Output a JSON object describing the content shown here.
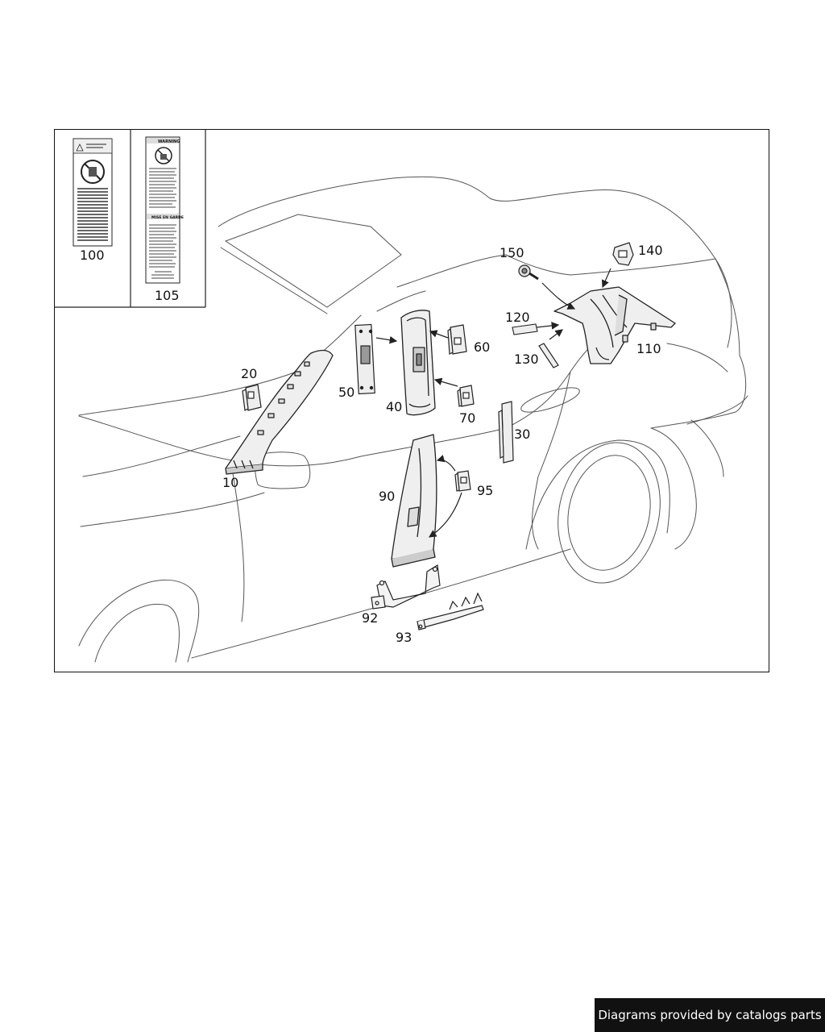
{
  "diagram": {
    "callouts": [
      {
        "id": "10",
        "label": "10"
      },
      {
        "id": "20",
        "label": "20"
      },
      {
        "id": "30",
        "label": "30"
      },
      {
        "id": "40",
        "label": "40"
      },
      {
        "id": "50",
        "label": "50"
      },
      {
        "id": "60",
        "label": "60"
      },
      {
        "id": "70",
        "label": "70"
      },
      {
        "id": "90",
        "label": "90"
      },
      {
        "id": "92",
        "label": "92"
      },
      {
        "id": "93",
        "label": "93"
      },
      {
        "id": "95",
        "label": "95"
      },
      {
        "id": "100",
        "label": "100"
      },
      {
        "id": "105",
        "label": "105"
      },
      {
        "id": "110",
        "label": "110"
      },
      {
        "id": "120",
        "label": "120"
      },
      {
        "id": "130",
        "label": "130"
      },
      {
        "id": "140",
        "label": "140"
      },
      {
        "id": "150",
        "label": "150"
      }
    ],
    "label_105": {
      "header_1": "WARNING",
      "header_2": "MISE EN GARDE"
    }
  },
  "footer": {
    "text": "Diagrams provided by catalogs parts"
  },
  "colors": {
    "line": "#222222",
    "part_fill": "#eeeeee",
    "banner_bg": "#111111",
    "banner_text": "#ffffff"
  }
}
